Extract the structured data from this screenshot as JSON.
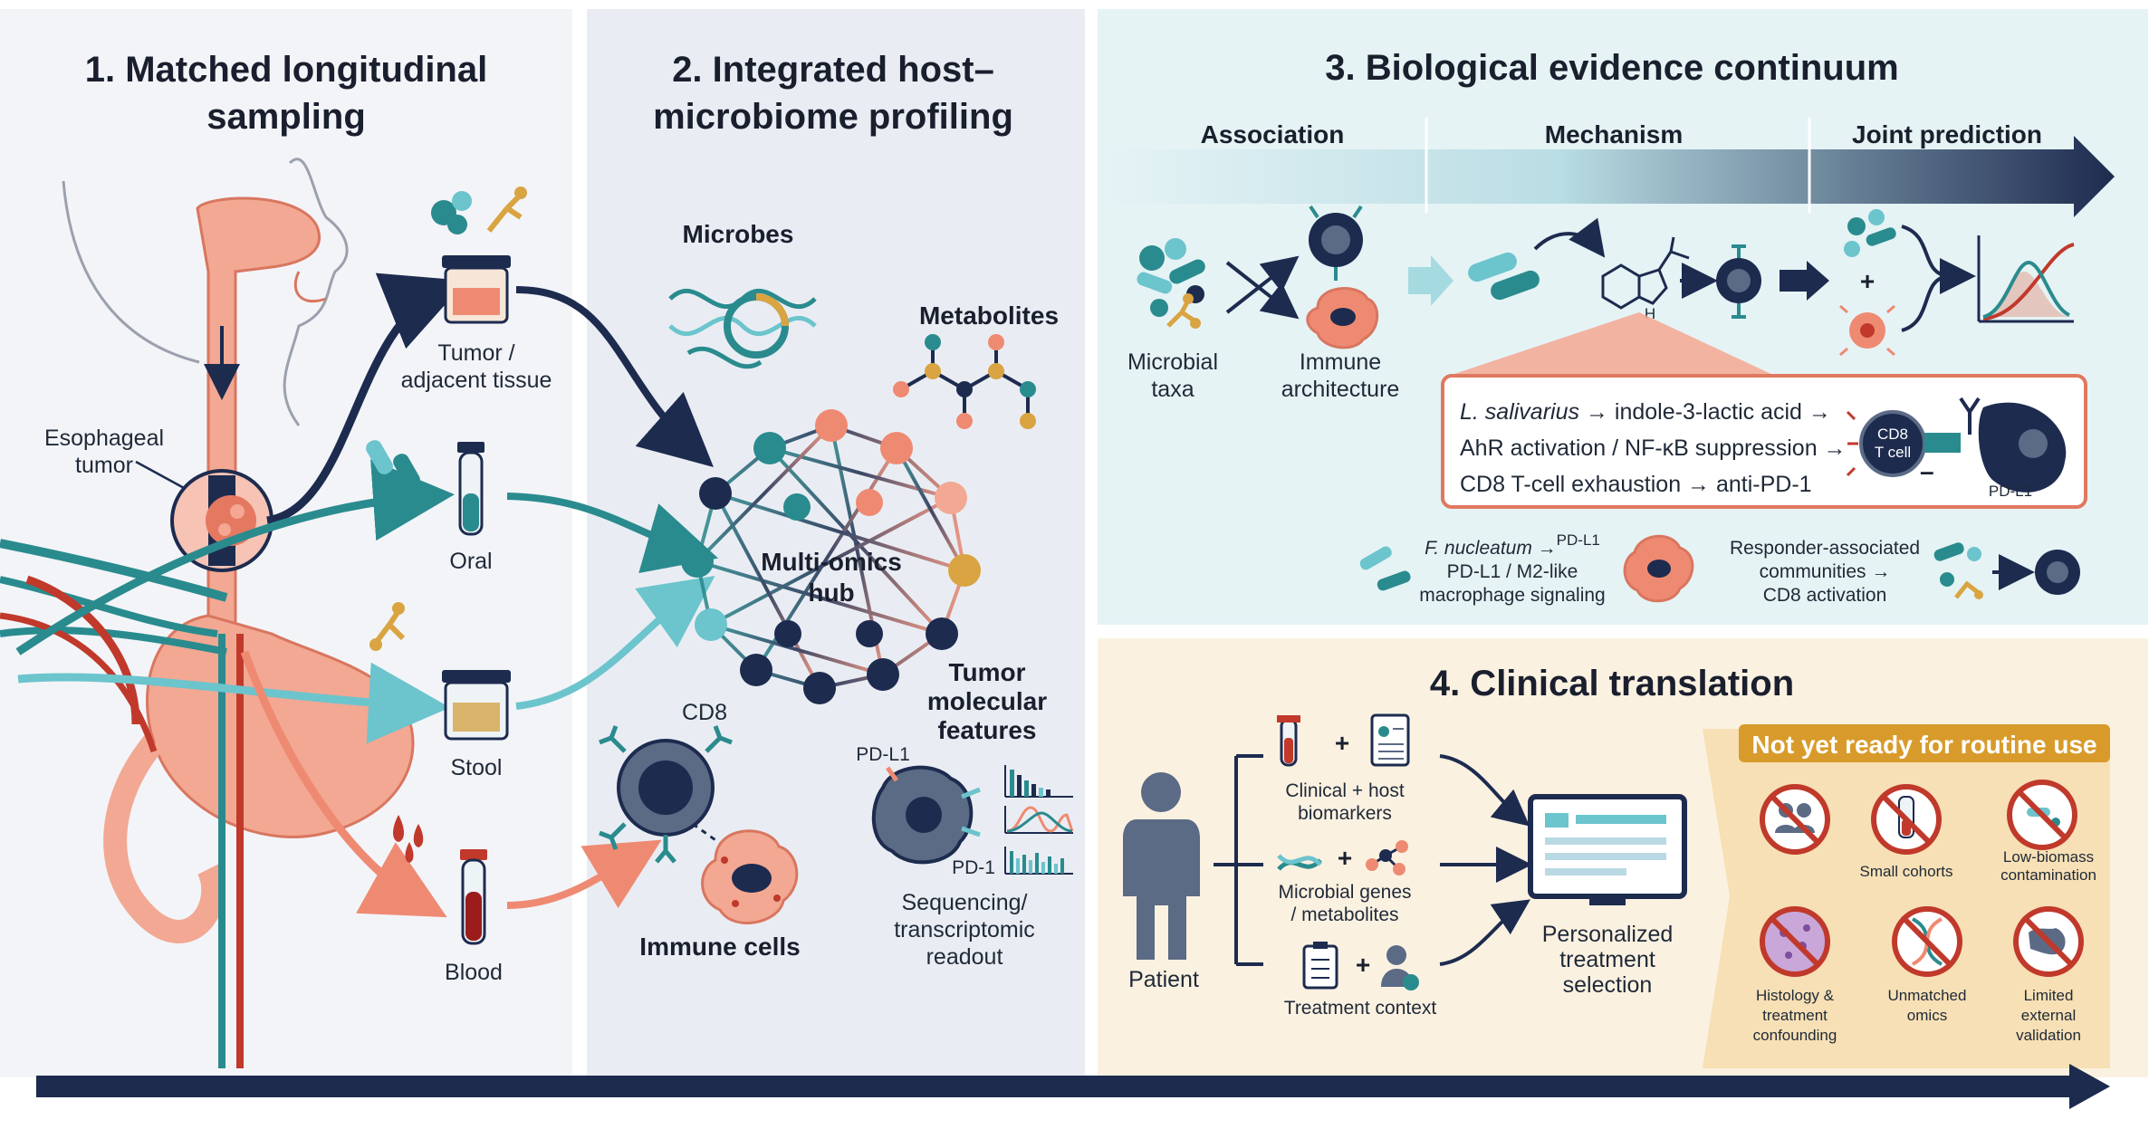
{
  "panel1": {
    "title_line1": "1. Matched longitudinal",
    "title_line2": "sampling",
    "esophageal_line1": "Esophageal",
    "esophageal_line2": "tumor",
    "tumor_tissue_line1": "Tumor /",
    "tumor_tissue_line2": "adjacent tissue",
    "oral": "Oral",
    "stool": "Stool",
    "blood": "Blood"
  },
  "panel2": {
    "title_line1": "2. Integrated host–",
    "title_line2": "microbiome profiling",
    "microbes": "Microbes",
    "metabolites": "Metabolites",
    "hub_line1": "Multi-omics",
    "hub_line2": "hub",
    "tumor_mol_line1": "Tumor",
    "tumor_mol_line2": "molecular",
    "tumor_mol_line3": "features",
    "cd8": "CD8",
    "pdl1": "PD-L1",
    "pd1": "PD-1",
    "immune_cells": "Immune cells",
    "seq_line1": "Sequencing/",
    "seq_line2": "transcriptomic",
    "seq_line3": "readout"
  },
  "panel3": {
    "title": "3. Biological evidence continuum",
    "stage_association": "Association",
    "stage_mechanism": "Mechanism",
    "stage_joint": "Joint prediction",
    "microbial_line1": "Microbial",
    "microbial_line2": "taxa",
    "immune_line1": "Immune",
    "immune_line2": "architecture",
    "mech_species": "L. salivarius",
    "mech_line1_rest": " → indole-3-lactic acid →",
    "mech_line2": "AhR activation / NF-κB suppression →",
    "mech_line3": "CD8 T-cell exhaustion → anti-PD-1",
    "cd8_cell_line1": "CD8",
    "cd8_cell_line2": "T cell",
    "pdl1_small": "PD-L1",
    "fnuc_species": "F. nucleatum",
    "fnuc_arrow": " →",
    "fnuc_pdl1": "PD-L1",
    "fnuc_line2": "PD-L1 / M2-like",
    "fnuc_line3": "macrophage signaling",
    "resp_line1": "Responder-associated",
    "resp_line2": "communities →",
    "resp_line3": "CD8 activation"
  },
  "panel4": {
    "title": "4. Clinical translation",
    "patient": "Patient",
    "input1_line1": "Clinical + host",
    "input1_line2": "biomarkers",
    "input2_line1": "Microbial genes",
    "input2_line2": "/ metabolites",
    "input3": "Treatment context",
    "plus": "+",
    "output_line1": "Personalized",
    "output_line2": "treatment",
    "output_line3": "selection",
    "banner": "Not yet ready for routine use",
    "lim1": "Small cohorts",
    "lim2_line1": "Low-biomass",
    "lim2_line2": "contamination",
    "lim3_line1": "Histology &",
    "lim3_line2": "treatment",
    "lim3_line3": "confounding",
    "lim4_line1": "Unmatched",
    "lim4_line2": "omics",
    "lim5_line1": "Limited",
    "lim5_line2": "external",
    "lim5_line3": "validation"
  },
  "colors": {
    "navy": "#1d2b4f",
    "teal": "#2a8b8e",
    "light_teal": "#6cc4cd",
    "salmon": "#ef8a72",
    "gold": "#d9a441",
    "prohibit_red": "#c0392b"
  }
}
